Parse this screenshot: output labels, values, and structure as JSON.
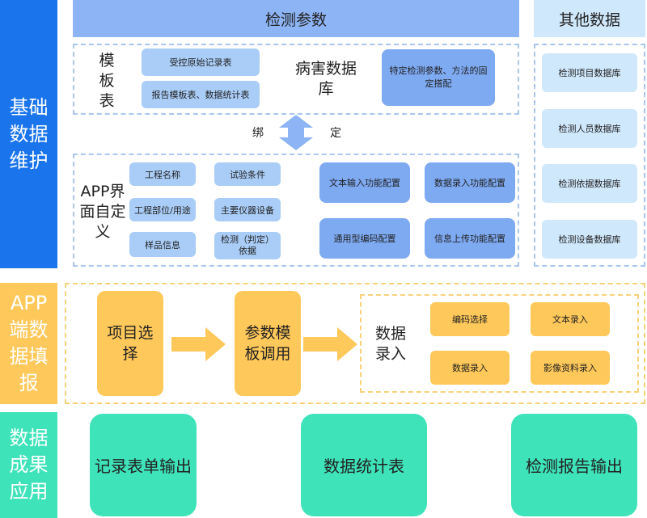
{
  "base": {
    "side_label": "基础数据维护",
    "detection_params_title": "检测参数",
    "other_data_title": "其他数据",
    "template_label": "模板表",
    "template_items": [
      "受控原始记录表",
      "报告模板表、数据统计表"
    ],
    "disease_db_label": "病害数据库",
    "specific_param_label": "特定检测参数、方法的固定搭配",
    "bind_left": "绑",
    "bind_right": "定",
    "app_custom_label": "APP界面自定义",
    "app_fields_left": [
      "工程名称",
      "工程部位/用途",
      "样品信息"
    ],
    "app_fields_mid": [
      "试验条件",
      "主要仪器设备",
      "检测（判定）依据"
    ],
    "app_configs": [
      "文本输入功能配置",
      "数据录入功能配置",
      "通用型编码配置",
      "信息上传功能配置"
    ],
    "other_dbs": [
      "检测项目数据库",
      "检测人员数据库",
      "检测依据数据库",
      "检测设备数据库"
    ]
  },
  "app": {
    "side_label": "APP端数据填报",
    "project_select": "项目选择",
    "template_call": "参数模板调用",
    "data_entry_label": "数据录入",
    "entry_items": [
      "编码选择",
      "文本录入",
      "数据录入",
      "影像资料录入"
    ]
  },
  "results": {
    "side_label": "数据成果应用",
    "outputs": [
      "记录表单输出",
      "数据统计表",
      "检测报告输出"
    ]
  },
  "colors": {
    "side_blue": "#1a74eb",
    "side_yellow": "#ffc85a",
    "side_green": "#3ee3ba",
    "title_blue": "#8db4f4",
    "title_sky": "#cfe8fb"
  }
}
